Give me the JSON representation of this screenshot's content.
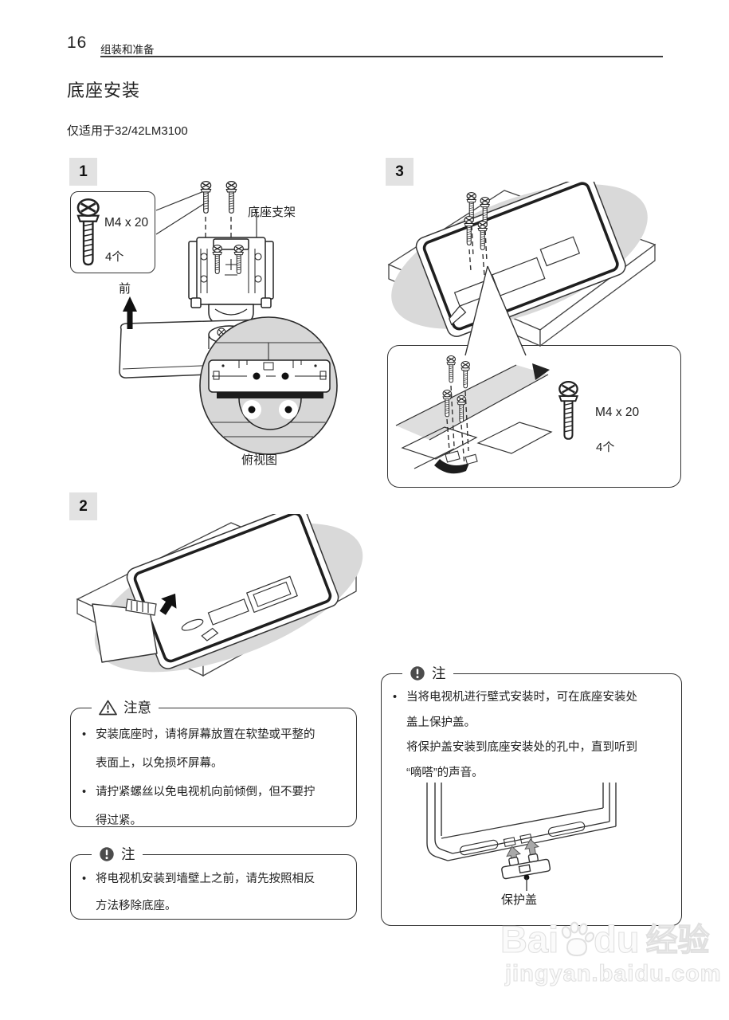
{
  "page": {
    "number": "16",
    "section": "组装和准备",
    "title": "底座安装",
    "subtitle": "仅适用于32/42LM3100"
  },
  "steps": {
    "one": "1",
    "two": "2",
    "three": "3"
  },
  "labels": {
    "screw_spec": "M4 x 20",
    "screw_qty": "4个",
    "front": "前",
    "bracket": "底座支架",
    "top_view": "俯视图",
    "cover": "保护盖"
  },
  "caution": {
    "title": "注意",
    "lines": [
      "安装底座时，请将屏幕放置在软垫或平整的",
      "表面上，以免损坏屏幕。",
      "请拧紧螺丝以免电视机向前倾倒，但不要拧",
      "得过紧。"
    ]
  },
  "note_left": {
    "title": "注",
    "lines": [
      "将电视机安装到墙壁上之前，请先按照相反",
      "方法移除底座。"
    ]
  },
  "note_right": {
    "title": "注",
    "lines": [
      "当将电视机进行壁式安装时，可在底座安装处",
      "盖上保护盖。",
      "将保护盖安装到底座安装处的孔中，直到听到",
      "“嘀嗒”的声音。"
    ]
  },
  "watermark": {
    "brand_left": "Bai",
    "brand_right": "du",
    "brand_cn": "经验",
    "url": "jingyan.baidu.com"
  }
}
